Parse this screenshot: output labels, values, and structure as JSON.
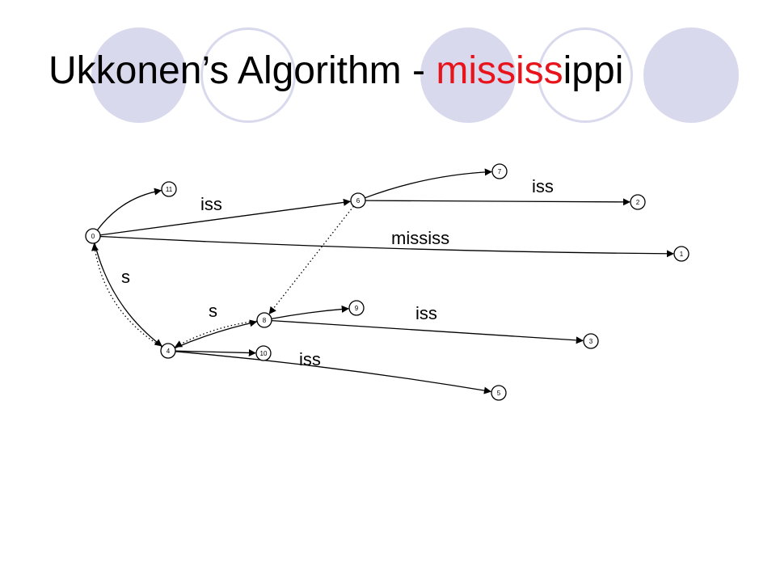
{
  "slide": {
    "title_prefix": "Ukkonen’s Algorithm - ",
    "title_highlight": "mississ",
    "title_suffix": "ippi",
    "highlight_color": "#e8141c",
    "deco_color": "#d9d9ee"
  },
  "diagram": {
    "nodes": [
      {
        "id": "0",
        "label": "0"
      },
      {
        "id": "11",
        "label": "11"
      },
      {
        "id": "6",
        "label": "6"
      },
      {
        "id": "7",
        "label": "7"
      },
      {
        "id": "2",
        "label": "2"
      },
      {
        "id": "1",
        "label": "1"
      },
      {
        "id": "4",
        "label": "4"
      },
      {
        "id": "8",
        "label": "8"
      },
      {
        "id": "9",
        "label": "9"
      },
      {
        "id": "3",
        "label": "3"
      },
      {
        "id": "10",
        "label": "10"
      },
      {
        "id": "5",
        "label": "5"
      }
    ],
    "edges": [
      {
        "from": "0",
        "to": "11",
        "label": ""
      },
      {
        "from": "0",
        "to": "6",
        "label": "iss"
      },
      {
        "from": "0",
        "to": "1",
        "label": "mississ"
      },
      {
        "from": "0",
        "to": "4",
        "label": "s"
      },
      {
        "from": "6",
        "to": "7",
        "label": ""
      },
      {
        "from": "6",
        "to": "2",
        "label": "iss"
      },
      {
        "from": "4",
        "to": "8",
        "label": "s"
      },
      {
        "from": "4",
        "to": "10",
        "label": ""
      },
      {
        "from": "4",
        "to": "5",
        "label": "iss"
      },
      {
        "from": "8",
        "to": "9",
        "label": ""
      },
      {
        "from": "8",
        "to": "3",
        "label": "iss"
      }
    ],
    "suffix_links": [
      {
        "from": "6",
        "to": "8"
      },
      {
        "from": "8",
        "to": "4"
      },
      {
        "from": "4",
        "to": "0"
      }
    ]
  }
}
